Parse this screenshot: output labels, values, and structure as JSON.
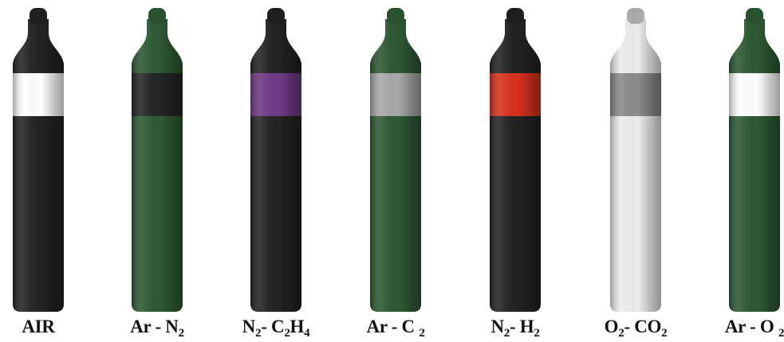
{
  "cylinders": [
    {
      "name": "air",
      "label": [
        {
          "t": "AIR"
        }
      ],
      "body_color": "#232323",
      "band_color": "#ffffff",
      "cap_color": "#1e1e1e"
    },
    {
      "name": "ar-n2",
      "label": [
        {
          "t": "Ar - N"
        },
        {
          "t": "2",
          "sub": true
        }
      ],
      "body_color": "#2e5a34",
      "band_color": "#252525",
      "cap_color": "#2a5230"
    },
    {
      "name": "n2-c2h4",
      "label": [
        {
          "t": "N"
        },
        {
          "t": "2",
          "sub": true
        },
        {
          "t": "- C"
        },
        {
          "t": "2",
          "sub": true
        },
        {
          "t": "H"
        },
        {
          "t": "4",
          "sub": true
        }
      ],
      "body_color": "#232323",
      "band_color": "#6f3a86",
      "cap_color": "#1e1e1e"
    },
    {
      "name": "ar-c2",
      "label": [
        {
          "t": "Ar - C "
        },
        {
          "t": "2",
          "sub": true
        }
      ],
      "body_color": "#2e5a34",
      "band_color": "#a8a8a8",
      "cap_color": "#2a5230"
    },
    {
      "name": "n2-h2",
      "label": [
        {
          "t": "N"
        },
        {
          "t": "2",
          "sub": true
        },
        {
          "t": "- H"
        },
        {
          "t": "2",
          "sub": true
        }
      ],
      "body_color": "#232323",
      "band_color": "#d8321e",
      "cap_color": "#1e1e1e"
    },
    {
      "name": "o2-co2",
      "label": [
        {
          "t": "O"
        },
        {
          "t": "2",
          "sub": true
        },
        {
          "t": "- CO"
        },
        {
          "t": "2",
          "sub": true
        }
      ],
      "body_color": "#ececec",
      "band_color": "#8a8a8a",
      "cap_color": "#a9a9a9"
    },
    {
      "name": "ar-o2",
      "label": [
        {
          "t": "Ar - O "
        },
        {
          "t": "2",
          "sub": true
        }
      ],
      "body_color": "#2e5a34",
      "band_color": "#ffffff",
      "cap_color": "#2a5230"
    }
  ]
}
